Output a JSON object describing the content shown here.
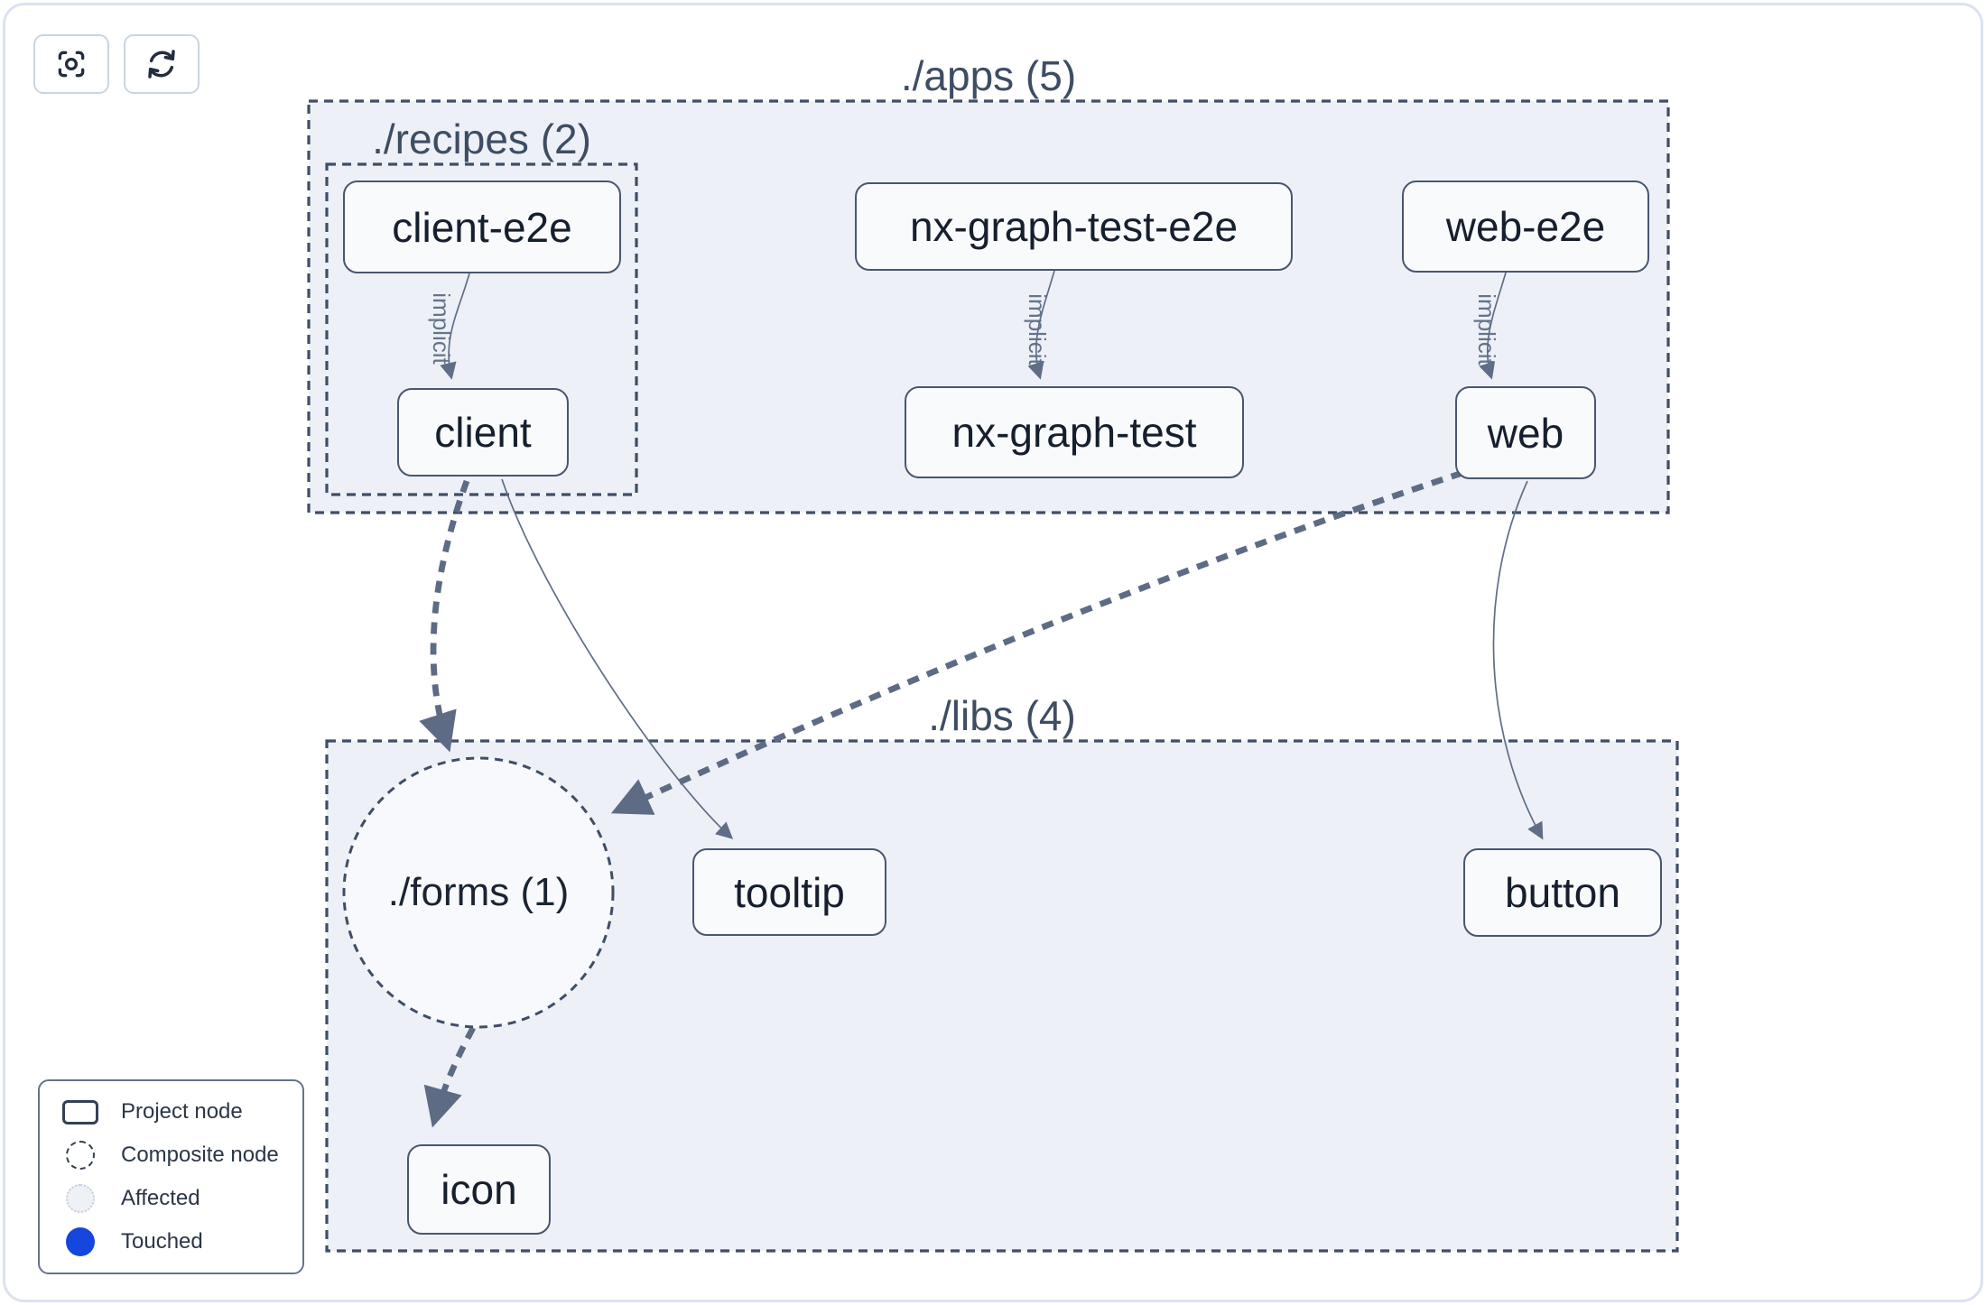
{
  "toolbar": {
    "focus_button": {
      "icon": "focus-crosshair-icon"
    },
    "refresh_button": {
      "icon": "refresh-icon"
    }
  },
  "graph": {
    "groups": [
      {
        "id": "apps",
        "label": "./apps (5)"
      },
      {
        "id": "recipes",
        "label": "./recipes (2)"
      },
      {
        "id": "libs",
        "label": "./libs (4)"
      }
    ],
    "composite_nodes": [
      {
        "id": "forms",
        "label": "./forms (1)"
      }
    ],
    "nodes": [
      {
        "id": "client-e2e",
        "label": "client-e2e"
      },
      {
        "id": "nx-graph-test-e2e",
        "label": "nx-graph-test-e2e"
      },
      {
        "id": "web-e2e",
        "label": "web-e2e"
      },
      {
        "id": "client",
        "label": "client"
      },
      {
        "id": "nx-graph-test",
        "label": "nx-graph-test"
      },
      {
        "id": "web",
        "label": "web"
      },
      {
        "id": "tooltip",
        "label": "tooltip"
      },
      {
        "id": "button",
        "label": "button"
      },
      {
        "id": "icon",
        "label": "icon"
      }
    ],
    "edges": [
      {
        "from": "client-e2e",
        "to": "client",
        "label": "implicit",
        "style": "solid-thin"
      },
      {
        "from": "nx-graph-test-e2e",
        "to": "nx-graph-test",
        "label": "implicit",
        "style": "solid-thin"
      },
      {
        "from": "web-e2e",
        "to": "web",
        "label": "implicit",
        "style": "solid-thin"
      },
      {
        "from": "client",
        "to": "./forms (1)",
        "label": "",
        "style": "dashed-thick"
      },
      {
        "from": "client",
        "to": "tooltip",
        "label": "",
        "style": "solid-thin"
      },
      {
        "from": "web",
        "to": "./forms (1)",
        "label": "",
        "style": "dashed-thick"
      },
      {
        "from": "web",
        "to": "button",
        "label": "",
        "style": "solid-thin"
      },
      {
        "from": "./forms (1)",
        "to": "icon",
        "label": "",
        "style": "dashed-thick"
      }
    ]
  },
  "legend": {
    "items": [
      {
        "swatch": "project-node",
        "label": "Project node"
      },
      {
        "swatch": "composite-node",
        "label": "Composite node"
      },
      {
        "swatch": "affected",
        "label": "Affected"
      },
      {
        "swatch": "touched",
        "label": "Touched"
      }
    ]
  },
  "colors": {
    "container_fill": "#edf1f7",
    "composite_fill": "#f7f9fc",
    "dashed_border": "#3f4e66",
    "edge": "#5d6c84",
    "edge_thin": "#5f6e86",
    "node_border": "#48576f",
    "node_text": "#161f2e",
    "touched_blue": "#1546dd"
  }
}
